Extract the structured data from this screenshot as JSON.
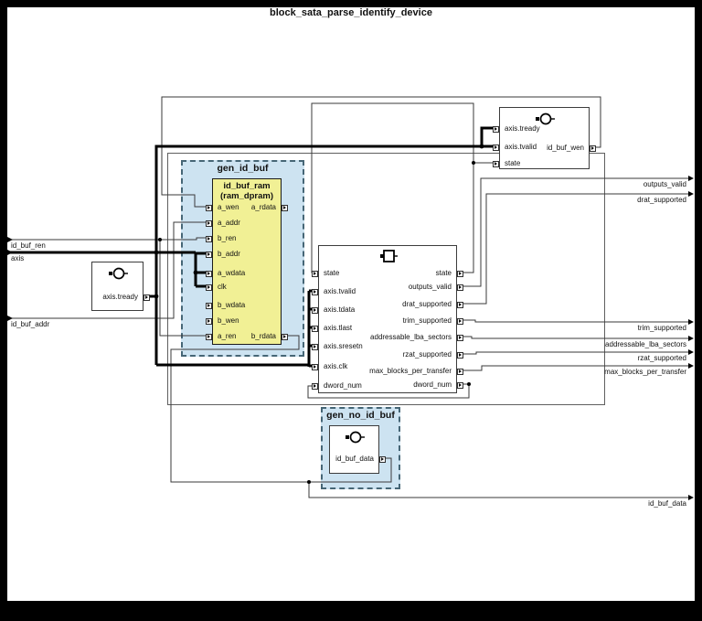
{
  "title": "block_sata_parse_identify_device",
  "colors": {
    "container_fill": "#cde3f1",
    "container_border": "#466676",
    "ram_fill": "#f1f095",
    "wire": "#3a3a3a",
    "bus": "#000000",
    "canvas": "#ffffff",
    "page_background": "#000000"
  },
  "edge_left": [
    "id_buf_ren",
    "axis",
    "id_buf_addr"
  ],
  "edge_right": [
    "outputs_valid",
    "drat_supported",
    "trim_supported",
    "addressable_lba_sectors",
    "rzat_supported",
    "max_blocks_per_transfer",
    "id_buf_data"
  ],
  "containers": {
    "gen_id_buf": {
      "label": "gen_id_buf"
    },
    "gen_no_id_buf": {
      "label": "gen_no_id_buf"
    }
  },
  "blocks": {
    "id_buf_ram": {
      "title": "id_buf_ram",
      "subtitle": "(ram_dpram)",
      "inputs": [
        "a_wen",
        "a_addr",
        "b_ren",
        "b_addr",
        "a_wdata",
        "clk",
        "b_wdata",
        "b_wen",
        "a_ren"
      ],
      "outputs": [
        "a_rdata",
        "b_rdata"
      ]
    },
    "parse_process": {
      "icon": "sequential-process",
      "inputs": [
        "state",
        "axis.tvalid",
        "axis.tdata",
        "axis.tlast",
        "axis.sresetn",
        "axis.clk",
        "dword_num"
      ],
      "outputs": [
        "state",
        "outputs_valid",
        "drat_supported",
        "trim_supported",
        "addressable_lba_sectors",
        "rzat_supported",
        "max_blocks_per_transfer",
        "dword_num"
      ]
    },
    "tready_process": {
      "icon": "combinational-process",
      "outputs": [
        "axis.tready"
      ]
    },
    "wen_process": {
      "icon": "combinational-process",
      "inputs": [
        "axis.tready",
        "axis.tvalid",
        "state"
      ],
      "outputs": [
        "id_buf_wen"
      ]
    },
    "no_id_buf_process": {
      "icon": "combinational-process",
      "outputs": [
        "id_buf_data"
      ]
    }
  }
}
